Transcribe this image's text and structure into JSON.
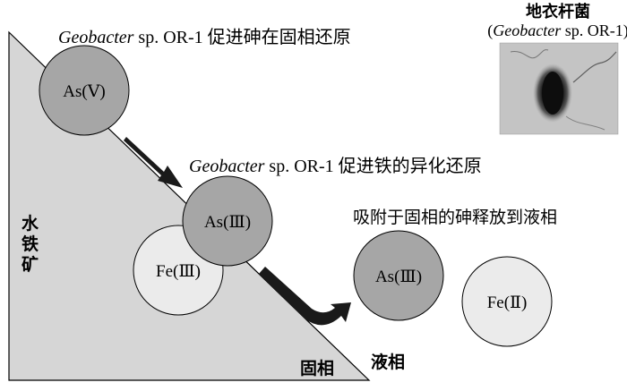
{
  "caption_top": {
    "italic": "Geobacter",
    "rest": " sp. OR-1 促进砷在固相还原"
  },
  "caption_mid": {
    "italic": "Geobacter",
    "rest": " sp. OR-1 促进铁的异化还原"
  },
  "caption_right": "吸附于固相的砷释放到液相",
  "photo_title": "地衣杆菌",
  "photo_subtitle": {
    "open": "(",
    "italic": "Geobacter",
    "rest": " sp. OR-1)"
  },
  "mineral_label": "水铁矿",
  "solid_label": "固相",
  "liquid_label": "液相",
  "circles": {
    "as5": "As(Ⅴ)",
    "as3_surface": "As(Ⅲ)",
    "fe3": "Fe(Ⅲ)",
    "as3_liquid": "As(Ⅲ)",
    "fe2": "Fe(Ⅱ)"
  },
  "colors": {
    "triangle": "#d6d6d6",
    "arsenic": "#a6a6a6",
    "iron": "#ebebeb",
    "arrow": "#1a1a1a"
  }
}
